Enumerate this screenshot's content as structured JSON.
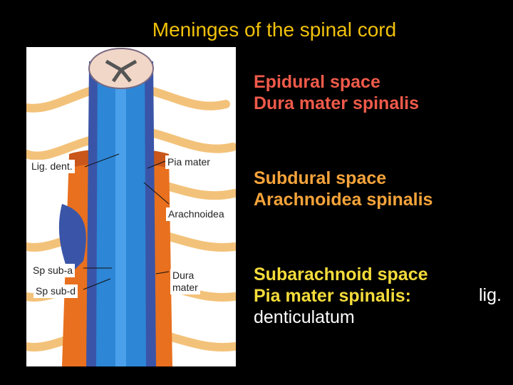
{
  "slide": {
    "title": "Meninges of the spinal cord"
  },
  "figure": {
    "labels": {
      "lig_dent": "Lig. dent.",
      "pia_mater": "Pia mater",
      "arachnoidea": "Arachnoidea",
      "sp_sub_a": "Sp sub-a",
      "sp_sub_d": "Sp sub-d",
      "dura_line1": "Dura",
      "dura_line2": "mater"
    },
    "colors": {
      "dura": "#e8701e",
      "arachnoid": "#3a55a8",
      "pia": "#2d86d6",
      "nerve": "#f3c27a",
      "background": "#ffffff"
    }
  },
  "text": {
    "block1": {
      "line1": "Epidural space",
      "line2": "Dura mater spinalis"
    },
    "block2": {
      "line1": "Subdural space",
      "line2": "Arachnoidea spinalis"
    },
    "block3": {
      "line1": "Subarachnoid space",
      "line2": "Pia mater spinalis:",
      "line3": "denticulatum"
    },
    "lig": "lig."
  }
}
